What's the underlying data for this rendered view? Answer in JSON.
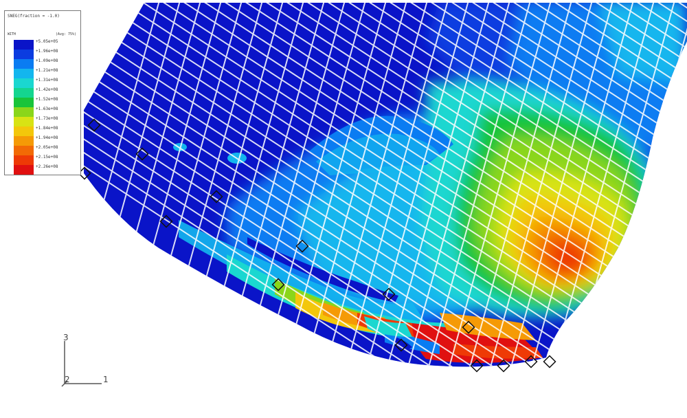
{
  "legend": {
    "title": "SNEG(fraction = -1.0)",
    "subtitle_left": "WITH",
    "subtitle_right": "(Avg: 75%)",
    "entries": [
      {
        "label": "+5.05e+05",
        "color": "#0a14c8"
      },
      {
        "label": "+1.96e+08",
        "color": "#0b3ce0"
      },
      {
        "label": "+1.09e+08",
        "color": "#0a7cf2"
      },
      {
        "label": "+1.21e+08",
        "color": "#13b6ee"
      },
      {
        "label": "+1.31e+08",
        "color": "#1ad7d0"
      },
      {
        "label": "+1.42e+08",
        "color": "#14d58f"
      },
      {
        "label": "+1.52e+08",
        "color": "#18c43a"
      },
      {
        "label": "+1.63e+08",
        "color": "#8ad61a"
      },
      {
        "label": "+1.73e+08",
        "color": "#d8e314"
      },
      {
        "label": "+1.84e+08",
        "color": "#f3c70b"
      },
      {
        "label": "+1.94e+08",
        "color": "#f59a06"
      },
      {
        "label": "+2.05e+08",
        "color": "#f26a05"
      },
      {
        "label": "+2.15e+08",
        "color": "#ee3a06"
      },
      {
        "label": "+2.26e+08",
        "color": "#e01010"
      }
    ]
  },
  "triad": {
    "axis_vertical": "3",
    "axis_horizontal": "1",
    "axis_out": "2"
  }
}
